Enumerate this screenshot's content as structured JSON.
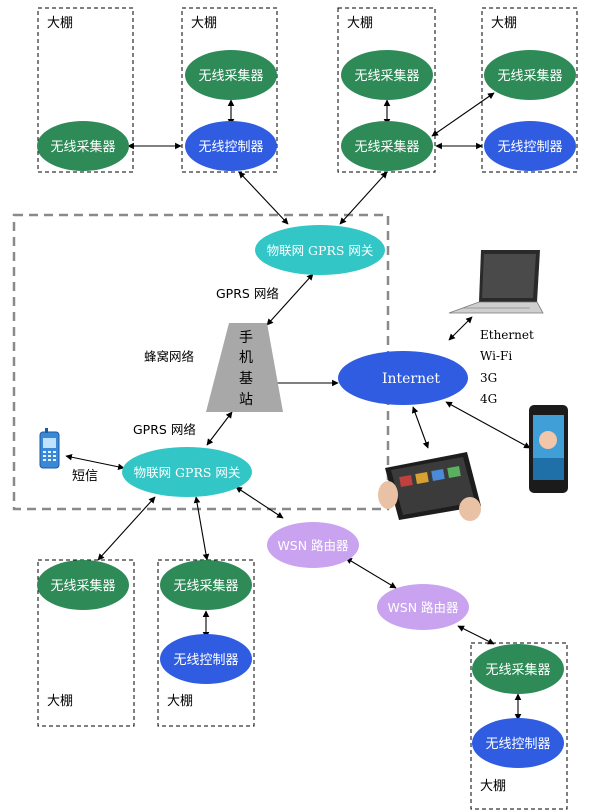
{
  "labels": {
    "greenhouse": "大棚",
    "collector": "无线采集器",
    "controller": "无线控制器",
    "gateway": "物联网 GPRS 网关",
    "gprs_network": "GPRS 网络",
    "cellular_network": "蜂窝网络",
    "base_station": [
      "手",
      "机",
      "基",
      "站"
    ],
    "internet": "Internet",
    "sms": "短信",
    "wsn_router": "WSN 路由器",
    "link_types": [
      "Ethernet",
      "Wi-Fi",
      "3G",
      "4G"
    ]
  },
  "colors": {
    "collector": "#2e8b57",
    "controller": "#2f5ce0",
    "gateway": "#33c6c6",
    "internet": "#2f5ce0",
    "router": "#c9a3f0",
    "base_station": "#a8a8a8",
    "dashed_frame": "#8a8a8a"
  }
}
